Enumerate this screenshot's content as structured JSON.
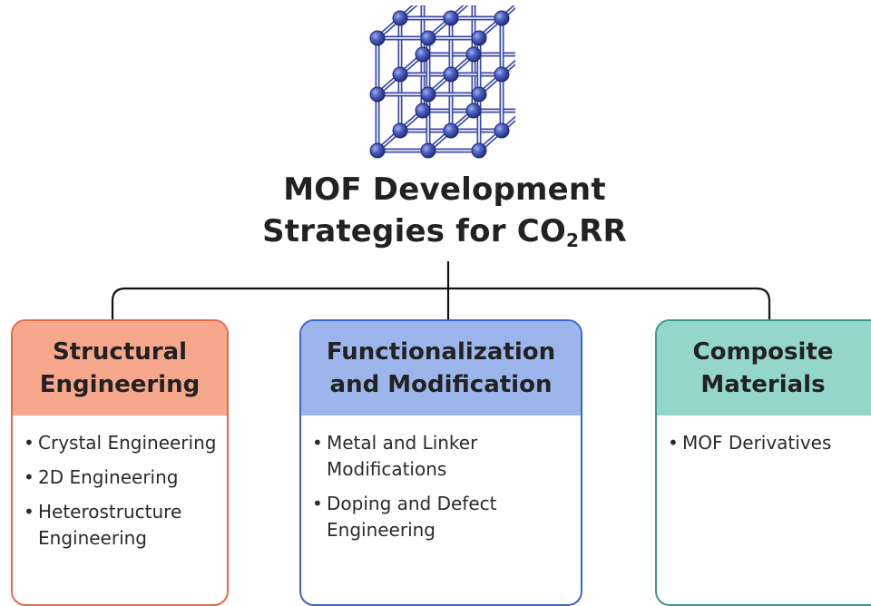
{
  "title": {
    "line1": "MOF Development",
    "line2_prefix": "Strategies for CO",
    "line2_sub": "2",
    "line2_suffix": "RR"
  },
  "colors": {
    "lattice": "#3b4aa8",
    "connector": "#111111",
    "structural_header": "#f7a78b",
    "structural_border": "#e06b4c",
    "functional_header": "#9cb6ec",
    "functional_border": "#3f63c7",
    "composite_header": "#94d6cb",
    "composite_border": "#3a9a8a"
  },
  "icons": {
    "top": "mof-lattice-icon"
  },
  "cards": [
    {
      "header_line1": "Structural",
      "header_line2": "Engineering",
      "items": [
        "Crystal Engineering",
        "2D Engineering",
        "Heterostructure Engineering"
      ]
    },
    {
      "header_line1": "Functionalization",
      "header_line2": "and Modification",
      "items": [
        "Metal and Linker Modifications",
        "Doping and Defect Engineering"
      ]
    },
    {
      "header_line1": "Composite",
      "header_line2": "Materials",
      "items": [
        "MOF Derivatives"
      ]
    }
  ]
}
